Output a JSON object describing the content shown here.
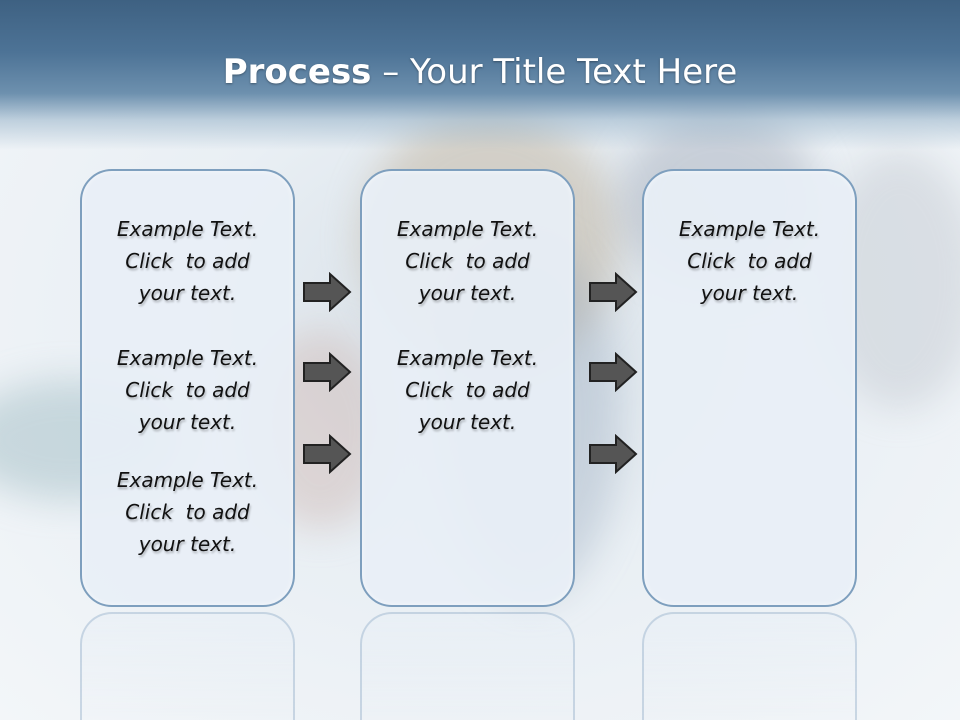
{
  "slide": {
    "title_bold": "Process",
    "title_rest": " – Your Title Text Here",
    "colors": {
      "header": "#3e6182",
      "box_border": "#7e9fbe",
      "box_fill": "#e8eff6",
      "arrow": "#555555"
    }
  },
  "columns": [
    {
      "items": [
        {
          "line1": "Example Text.",
          "line2": "Click  to add",
          "line3": "your text."
        },
        {
          "line1": "Example Text.",
          "line2": "Click  to add",
          "line3": "your text."
        },
        {
          "line1": "Example Text.",
          "line2": "Click  to add",
          "line3": "your text."
        }
      ]
    },
    {
      "items": [
        {
          "line1": "Example Text.",
          "line2": "Click  to add",
          "line3": "your text."
        },
        {
          "line1": "Example Text.",
          "line2": "Click  to add",
          "line3": "your text."
        }
      ]
    },
    {
      "items": [
        {
          "line1": "Example Text.",
          "line2": "Click  to add",
          "line3": "your text."
        }
      ]
    }
  ],
  "arrows": {
    "icon": "right-arrow-icon",
    "count_per_gap": 3
  }
}
